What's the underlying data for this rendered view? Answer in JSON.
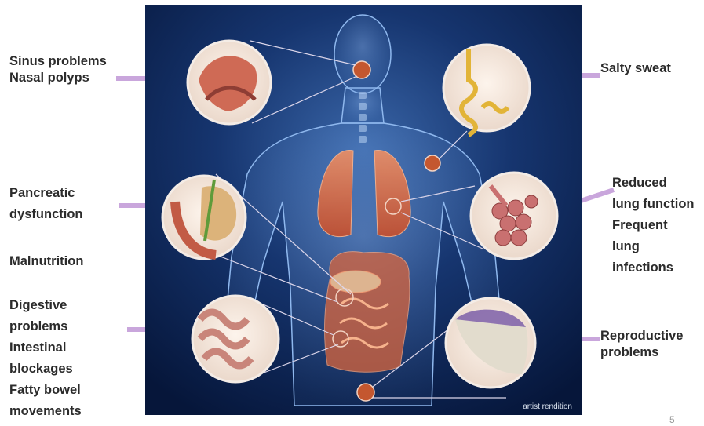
{
  "labels": {
    "sinus": [
      "Sinus problems",
      "Nasal polyps"
    ],
    "pancreatic": [
      "Pancreatic",
      "dysfunction"
    ],
    "malnutrition": "Malnutrition",
    "digestive": [
      "Digestive",
      "problems",
      "Intestinal",
      "blockages",
      "Fatty bowel",
      "movements"
    ],
    "salty": "Salty sweat",
    "lung": [
      "Reduced",
      "lung function",
      "Frequent",
      "lung",
      "infections"
    ],
    "reproductive": [
      "Reproductive",
      "problems"
    ]
  },
  "caption": "artist rendition",
  "page_number": "5",
  "colors": {
    "background": "#0a1f4d",
    "arrow": "#c9a6dc",
    "organ": "#e06a3c",
    "text": "#2b2b2b"
  }
}
